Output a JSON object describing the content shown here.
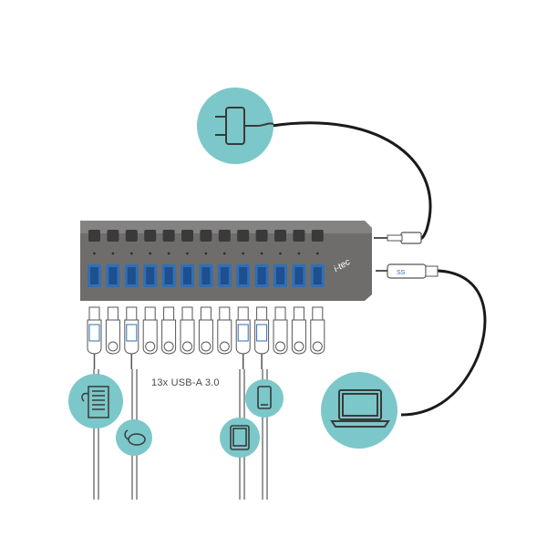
{
  "hub": {
    "brand_label": "i-tec",
    "port_count_label": "13x USB-A 3.0",
    "usb_port_count": 13,
    "body_color": "#6f6d6b",
    "port_color": "#2f6fb6",
    "circle_color": "#7cc7c9"
  },
  "icons": [
    {
      "name": "power-plug-icon"
    },
    {
      "name": "laptop-icon"
    },
    {
      "name": "keyboard-icon"
    },
    {
      "name": "mouse-icon"
    },
    {
      "name": "tablet-icon"
    },
    {
      "name": "smartphone-icon"
    }
  ]
}
